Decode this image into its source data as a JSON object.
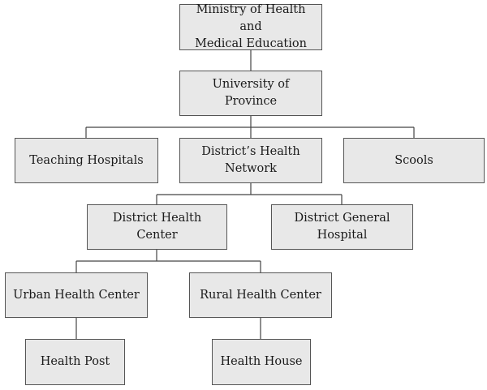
{
  "nodes": {
    "ministry": {
      "label": "Ministry of Health and\nMedical Education"
    },
    "university": {
      "label": "University of\nProvince"
    },
    "teaching_hospitals": {
      "label": "Teaching Hospitals"
    },
    "district_network": {
      "label": "District’s Health\nNetwork"
    },
    "schools": {
      "label": "Scools"
    },
    "district_health_center": {
      "label": "District Health\nCenter"
    },
    "district_general_hospital": {
      "label": "District General\nHospital"
    },
    "urban_health_center": {
      "label": "Urban Health Center"
    },
    "rural_health_center": {
      "label": "Rural Health Center"
    },
    "health_post": {
      "label": "Health Post"
    },
    "health_house": {
      "label": "Health House"
    }
  },
  "edges": [
    [
      "ministry",
      "university"
    ],
    [
      "university",
      "teaching_hospitals"
    ],
    [
      "university",
      "district_network"
    ],
    [
      "university",
      "schools"
    ],
    [
      "district_network",
      "district_health_center"
    ],
    [
      "district_network",
      "district_general_hospital"
    ],
    [
      "district_health_center",
      "urban_health_center"
    ],
    [
      "district_health_center",
      "rural_health_center"
    ],
    [
      "urban_health_center",
      "health_post"
    ],
    [
      "rural_health_center",
      "health_house"
    ]
  ]
}
